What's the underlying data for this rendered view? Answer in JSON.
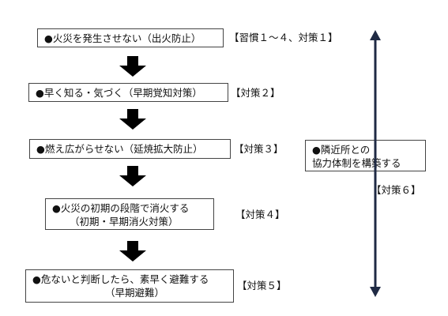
{
  "steps": [
    {
      "lines": [
        "●火災を発生させない（出火防止）"
      ],
      "tag": "【習慣１～４、対策１】"
    },
    {
      "lines": [
        "●早く知る・気づく（早期覚知対策）"
      ],
      "tag": "【対策２】"
    },
    {
      "lines": [
        "●燃え広がらせない（延焼拡大防止）"
      ],
      "tag": "【対策３】"
    },
    {
      "lines": [
        "●火災の初期の段階で消火する",
        "（初期・早期消火対策）"
      ],
      "tag": "【対策４】"
    },
    {
      "lines": [
        "●危ないと判断したら、素早く避難する",
        "（早期避難）"
      ],
      "tag": "【対策５】"
    }
  ],
  "side_box": {
    "lines": [
      "●隣近所との",
      "協力体制を構築する"
    ]
  },
  "side_tag": "【対策６】",
  "colors": {
    "arrow": "#000000",
    "vertical_arrow": "#1f2a44",
    "border": "#444444"
  }
}
